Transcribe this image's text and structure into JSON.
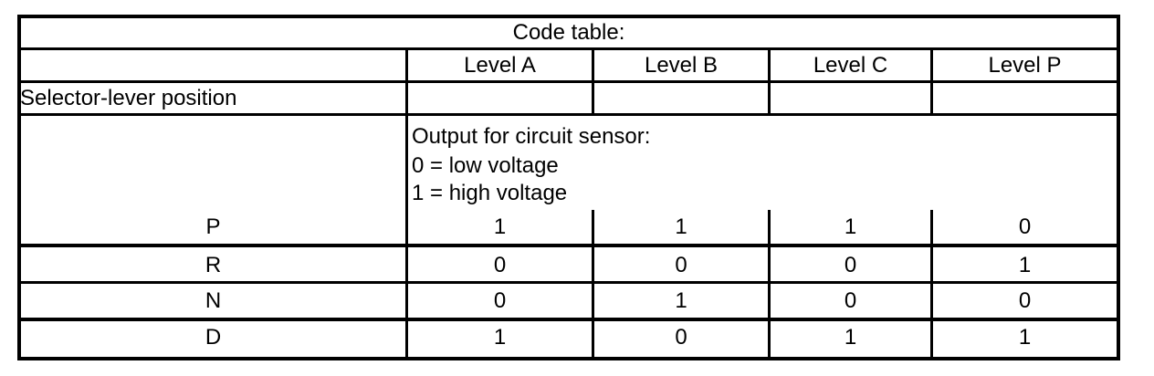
{
  "table": {
    "title": "Code table:",
    "headers": [
      "Level A",
      "Level B",
      "Level C",
      "Level P"
    ],
    "row_label": "Selector-lever position",
    "note": {
      "heading": "Output for circuit sensor:",
      "low": "0 = low voltage",
      "high": "1 = high voltage"
    },
    "rows": [
      {
        "position": "P",
        "values": [
          "1",
          "1",
          "1",
          "0"
        ]
      },
      {
        "position": "R",
        "values": [
          "0",
          "0",
          "0",
          "1"
        ]
      },
      {
        "position": "N",
        "values": [
          "0",
          "1",
          "0",
          "0"
        ]
      },
      {
        "position": "D",
        "values": [
          "1",
          "0",
          "1",
          "1"
        ]
      }
    ]
  }
}
